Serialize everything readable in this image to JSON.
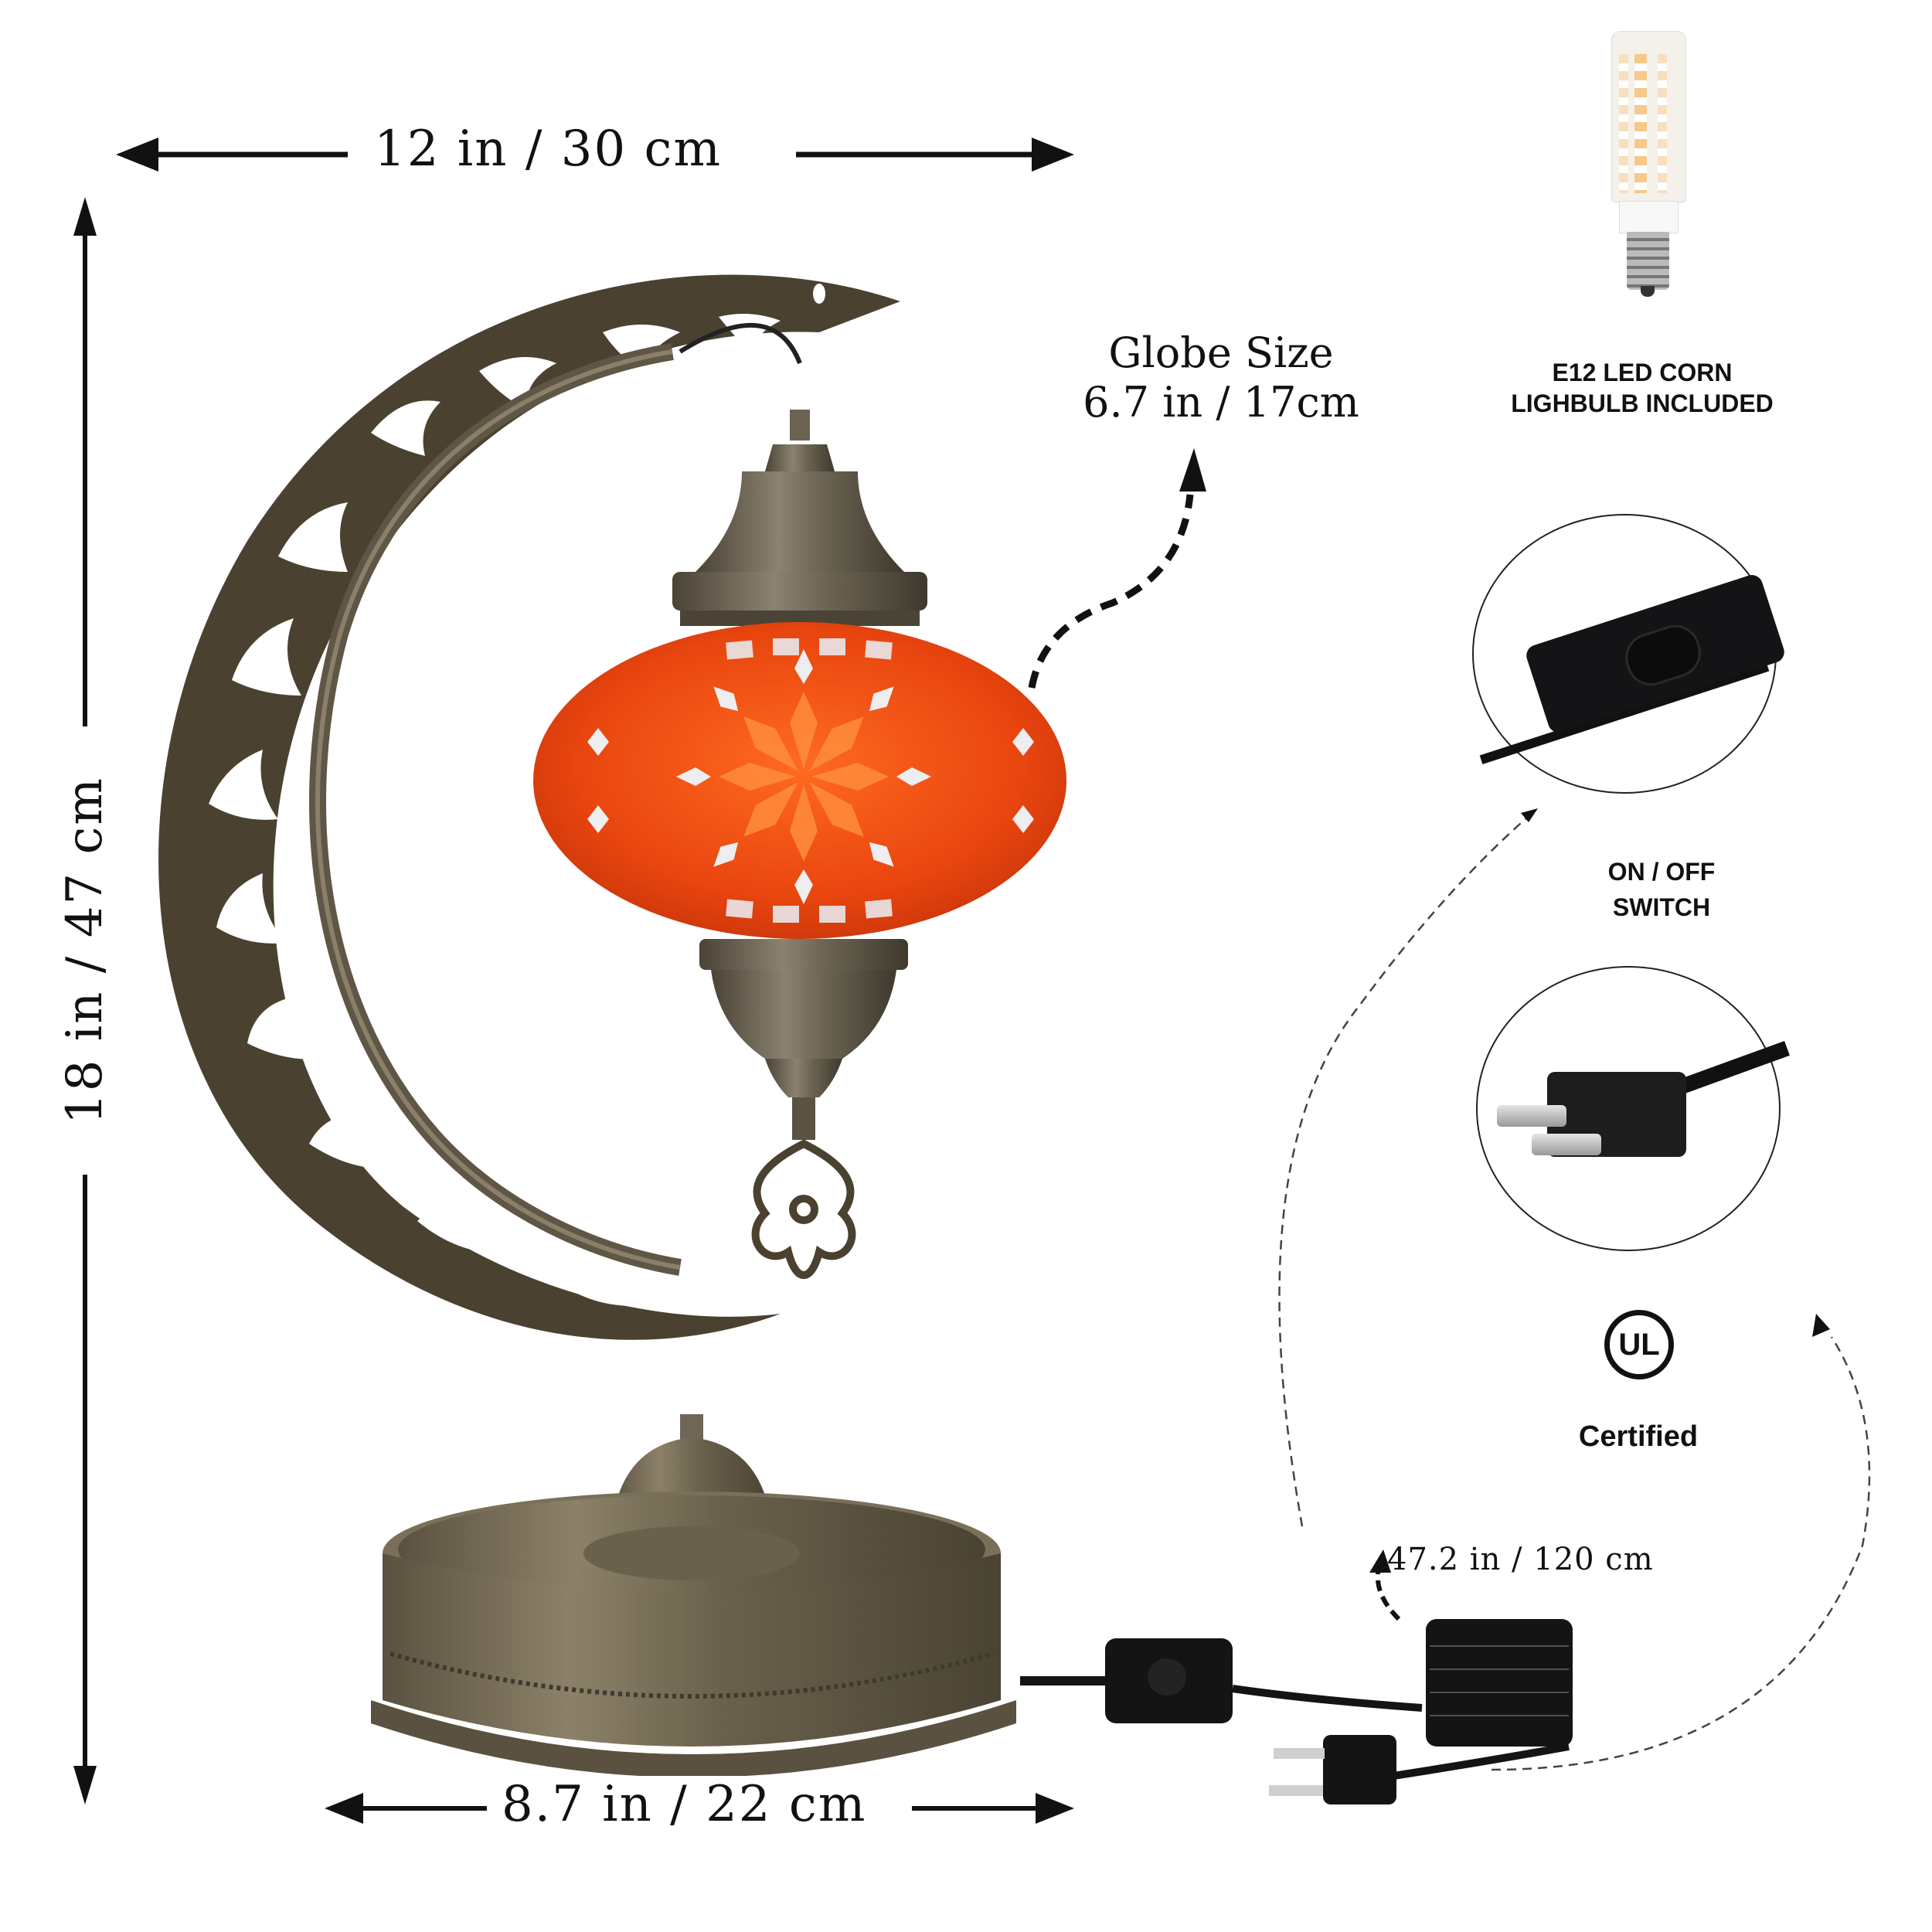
{
  "dimensions": {
    "width_label": "12 in / 30 cm",
    "height_label": "18 in / 47 cm",
    "base_label": "8.7 in / 22 cm",
    "globe": {
      "title": "Globe Size",
      "value": "6.7 in / 17cm"
    },
    "cord_length": "47.2 in / 120 cm"
  },
  "features": {
    "bulb": {
      "icon": "led-corn-bulb-icon",
      "line1": "E12 LED CORN",
      "line2": "LIGHBULB INCLUDED"
    },
    "switch": {
      "icon": "inline-switch-icon",
      "line1": "ON / OFF",
      "line2": "SWITCH"
    },
    "plug": {
      "icon": "us-plug-icon"
    },
    "certification": {
      "icon": "ul-logo-icon",
      "logo_text": "UL",
      "label": "Certified"
    }
  },
  "colors": {
    "bronze": "#4a4130",
    "bronze_light": "#7a6e58",
    "globe_orange": "#e8450f",
    "globe_light": "#ff7a3a",
    "mirror": "#e8e8ea",
    "cord": "#141414",
    "text": "#111111"
  }
}
